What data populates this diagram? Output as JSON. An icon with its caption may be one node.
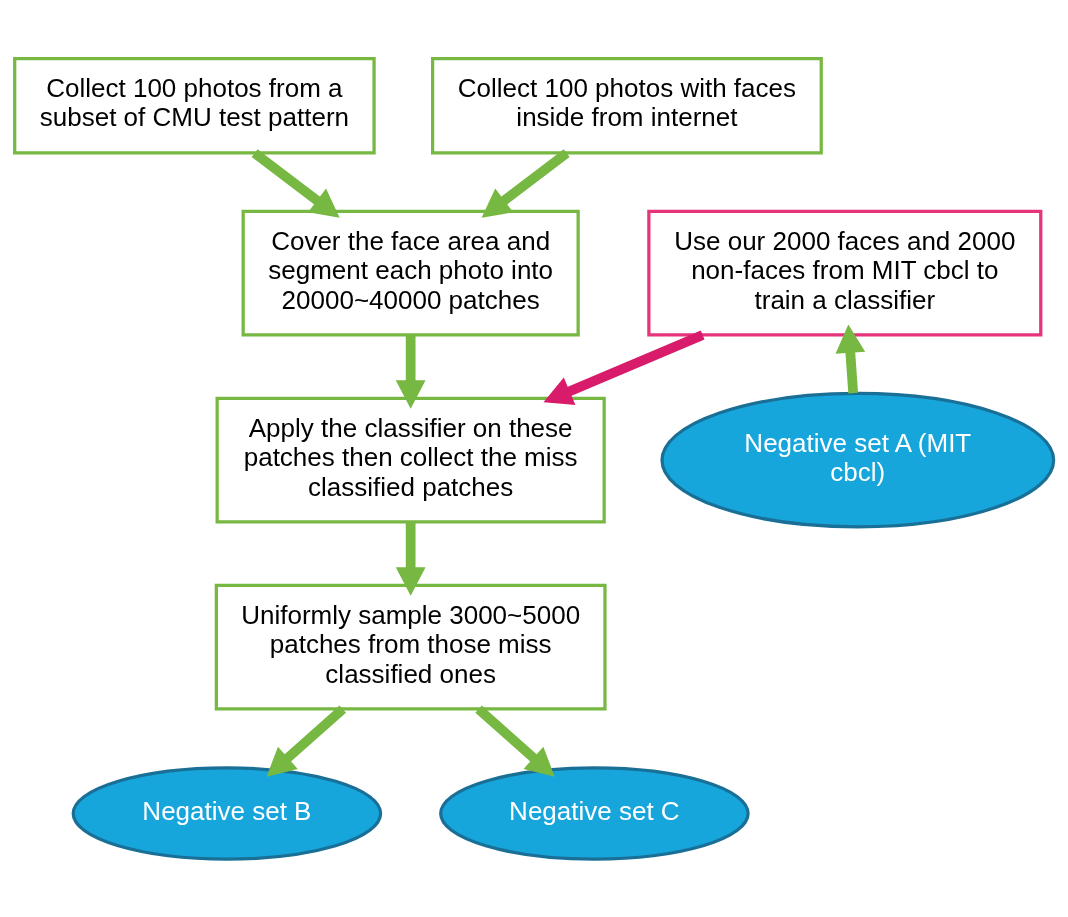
{
  "diagram": {
    "nodes": [
      {
        "text": [
          "Collect 100 photos from a subset of CMU test pattern"
        ]
      },
      {
        "text": [
          "Collect 100 photos with faces inside from internet"
        ]
      },
      {
        "text": [
          "Cover the face area and segment each photo into 20000~40000 patches"
        ]
      },
      {
        "text": [
          "Use our 2000 faces and 2000 non-faces from MIT cbcl to train a classifier"
        ]
      },
      {
        "text": [
          "Apply the classifier on these patches then collect the miss classified patches"
        ]
      },
      {
        "text": [
          "Negative set A (MIT cbcl)"
        ]
      },
      {
        "text": [
          "Uniformly sample 3000~5000 patches from those miss classified ones"
        ]
      },
      {
        "text": [
          "Negative set B"
        ]
      },
      {
        "text": [
          "Negative set C"
        ]
      }
    ],
    "edges": [
      {
        "from": 0,
        "to": 2,
        "arrow": "to"
      },
      {
        "from": 1,
        "to": 2,
        "arrow": "to"
      },
      {
        "from": 2,
        "to": 4,
        "arrow": "to"
      },
      {
        "from": 3,
        "to": 4,
        "arrow": "to",
        "color": "#d81b6a"
      },
      {
        "from": 5,
        "to": 3,
        "arrow": "to"
      },
      {
        "from": 4,
        "to": 6,
        "arrow": "to"
      },
      {
        "from": 6,
        "to": 7,
        "arrow": "to"
      },
      {
        "from": 6,
        "to": 8,
        "arrow": "to"
      }
    ]
  }
}
